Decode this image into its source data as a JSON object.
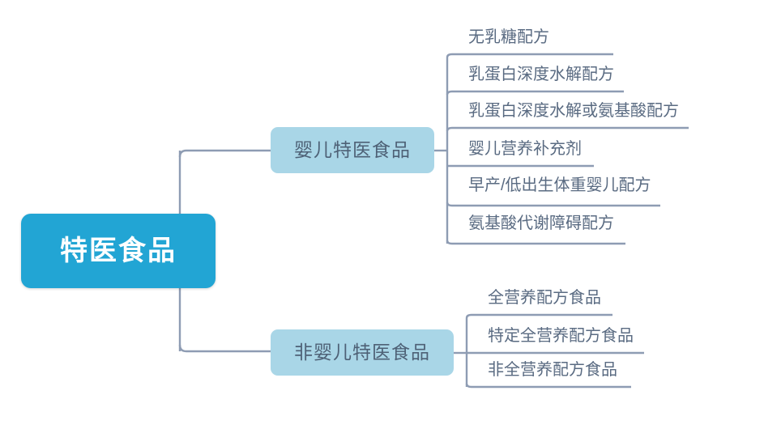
{
  "diagram": {
    "type": "mind-map",
    "title": "特医食品",
    "orientation": "left-to-right",
    "colors": {
      "root_fill": "#22a5d4",
      "root_text": "#ffffff",
      "branch_fill": "#a9d6e7",
      "branch_text": "#4e6176",
      "leaf_text": "#5a6b82",
      "connector": "#8e9cb3",
      "background": "#ffffff"
    },
    "root": {
      "label": "特医食品"
    },
    "branches": [
      {
        "label": "婴儿特医食品",
        "leaves": [
          {
            "label": "无乳糖配方"
          },
          {
            "label": "乳蛋白深度水解配方"
          },
          {
            "label": "乳蛋白深度水解或氨基酸配方"
          },
          {
            "label": "婴儿营养补充剂"
          },
          {
            "label": "早产/低出生体重婴儿配方"
          },
          {
            "label": "氨基酸代谢障碍配方"
          }
        ]
      },
      {
        "label": "非婴儿特医食品",
        "leaves": [
          {
            "label": "全营养配方食品"
          },
          {
            "label": "特定全营养配方食品"
          },
          {
            "label": "非全营养配方食品"
          }
        ]
      }
    ]
  }
}
